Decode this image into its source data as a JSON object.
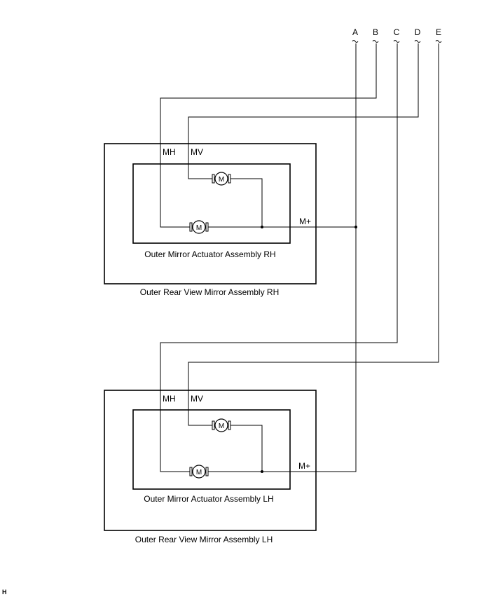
{
  "terminals": [
    "A",
    "B",
    "C",
    "D",
    "E"
  ],
  "rh": {
    "pin_mh": "MH",
    "pin_mv": "MV",
    "pin_mplus": "M+",
    "actuator_label": "Outer Mirror Actuator Assembly RH",
    "mirror_label": "Outer Rear View Mirror Assembly RH"
  },
  "lh": {
    "pin_mh": "MH",
    "pin_mv": "MV",
    "pin_mplus": "M+",
    "actuator_label": "Outer Mirror Actuator Assembly LH",
    "mirror_label": "Outer Rear View Mirror Assembly LH"
  },
  "motor_symbol": "M",
  "footer_code": "H"
}
